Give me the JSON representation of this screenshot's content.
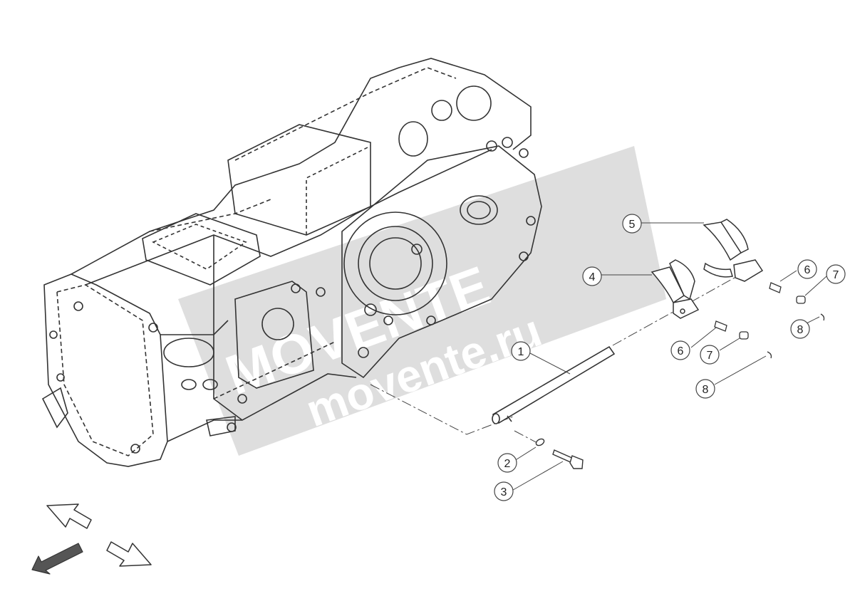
{
  "watermark": {
    "brand": "MOVENTE",
    "url": "movente.ru",
    "band_color": "#d8d8d8",
    "text_color": "#ffffff"
  },
  "callouts": [
    {
      "label": "1"
    },
    {
      "label": "2"
    },
    {
      "label": "3"
    },
    {
      "label": "4"
    },
    {
      "label": "5"
    },
    {
      "label": "6"
    },
    {
      "label": "7"
    },
    {
      "label": "8"
    },
    {
      "label": "6"
    },
    {
      "label": "7"
    },
    {
      "label": "8"
    }
  ],
  "view_arrows": [
    {
      "name": "view-arrow-rear",
      "icon": "outline-arrow-up-left-icon"
    },
    {
      "name": "view-arrow-front",
      "icon": "outline-arrow-down-right-icon"
    },
    {
      "name": "view-arrow-direction",
      "icon": "filled-arrow-down-left-icon"
    }
  ],
  "colors": {
    "line": "#333333",
    "callout_stroke": "#444444"
  }
}
